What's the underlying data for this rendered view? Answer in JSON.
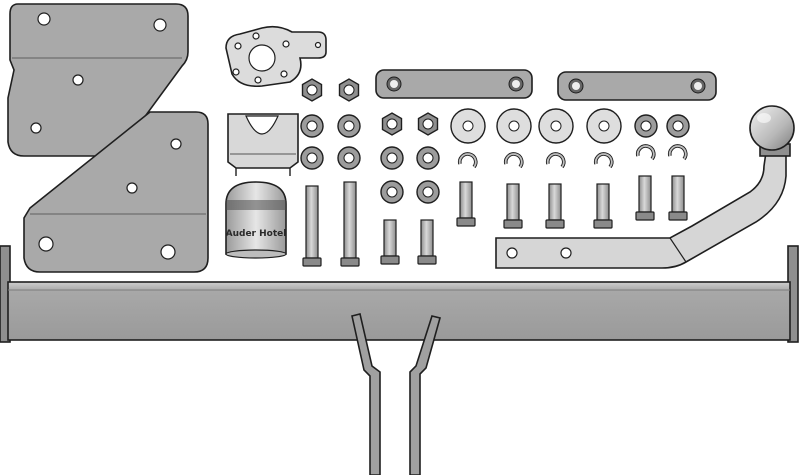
{
  "product_illustration": {
    "kind": "exploded parts layout of a tow bar kit",
    "background_color": "#ffffff",
    "metal_color": "#a9a9a9",
    "metal_light": "#d4d4d4",
    "outline_color": "#1f1f1f"
  },
  "socket_cover": {
    "printed_text": "Auder Hotel"
  },
  "parts": {
    "side_brackets": 2,
    "socket_plate": 1,
    "socket_clamp": 1,
    "hex_nuts": 4,
    "flat_washers": 10,
    "large_washers": 4,
    "spring_washers": 6,
    "long_bolts": 2,
    "medium_bolts": 6,
    "short_bolts": 2,
    "link_plates": 2,
    "tow_ball_arm": 1,
    "cross_beam": 1,
    "support_legs": 2
  }
}
